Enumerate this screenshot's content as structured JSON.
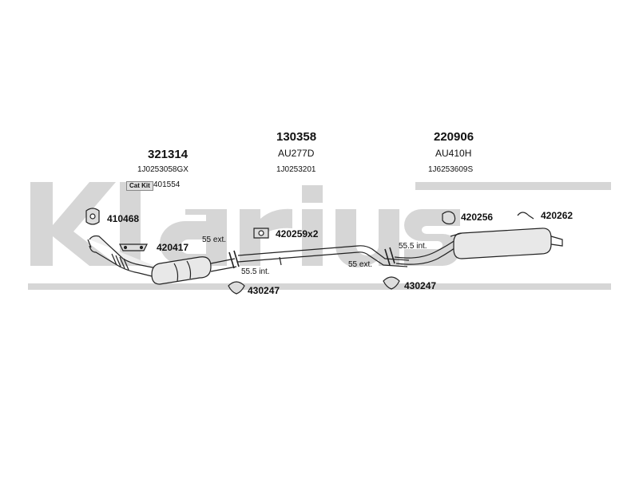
{
  "watermark": {
    "text": "Klarius",
    "color": "#d6d6d6"
  },
  "groups": [
    {
      "number": "321314",
      "sub1": "1J0253058GX",
      "cat_kit_label": "Cat Kit",
      "cat_kit_number": "401554"
    },
    {
      "number": "130358",
      "sub1": "AU277D",
      "sub2": "1J0253201"
    },
    {
      "number": "220906",
      "sub1": "AU410H",
      "sub2": "1J6253609S"
    }
  ],
  "parts": {
    "p410468": "410468",
    "p420417": "420417",
    "p420259": "420259x2",
    "p420256": "420256",
    "p420262": "420262",
    "p430247a": "430247",
    "p430247b": "430247"
  },
  "joints": {
    "j1_ext": "55 ext.",
    "j1_int": "55.5 int.",
    "j2_int": "55.5 int.",
    "j2_ext": "55 ext."
  },
  "colors": {
    "line": "#222222",
    "pipe_fill": "#eeeeee"
  }
}
